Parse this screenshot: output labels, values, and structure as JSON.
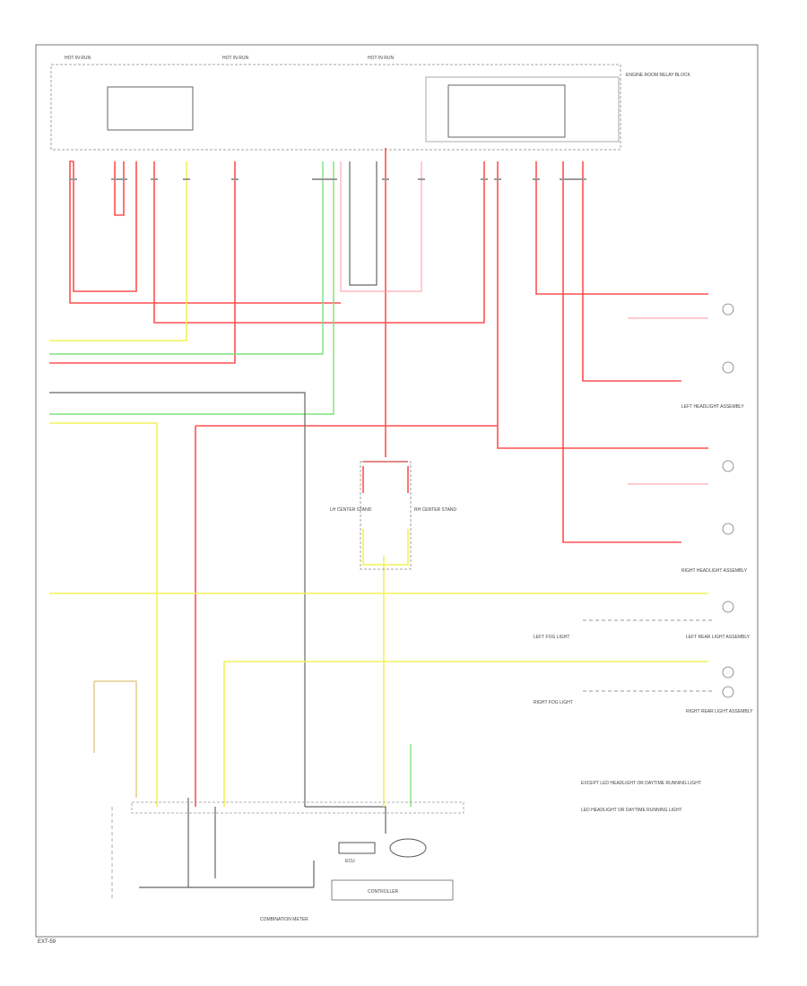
{
  "diagram": {
    "colors": {
      "red": "#ff4a4a",
      "pink": "#ff9aa0",
      "yellow": "#f2f25a",
      "green": "#7de27d",
      "gray": "#555555",
      "tan": "#e0c27a",
      "frame": "#666666"
    },
    "labels": {
      "hot_a": "HOT IN RUN",
      "hot_b": "HOT IN RUN",
      "hot_c": "HOT IN RUN",
      "fuse_block": "ENGINE ROOM RELAY BLOCK",
      "left_headlight": "LEFT HEADLIGHT ASSEMBLY",
      "right_headlight": "RIGHT HEADLIGHT ASSEMBLY",
      "left_rear": "LEFT REAR LIGHT ASSEMBLY",
      "right_rear": "RIGHT REAR LIGHT ASSEMBLY",
      "left_fog": "LEFT FOG LIGHT",
      "right_fog": "RIGHT FOG LIGHT",
      "lh_sw": "LH CENTER STAND",
      "rh_sw": "RH CENTER STAND",
      "combination_meter": "COMBINATION METER",
      "ecu": "ECU",
      "controller": "CONTROLLER",
      "note1": "EXCEPT LED HEADLIGHT OR DAYTIME RUNNING LIGHT",
      "note2": "LED HEADLIGHT OR DAYTIME RUNNING LIGHT",
      "page_code": "EXT-59"
    }
  }
}
